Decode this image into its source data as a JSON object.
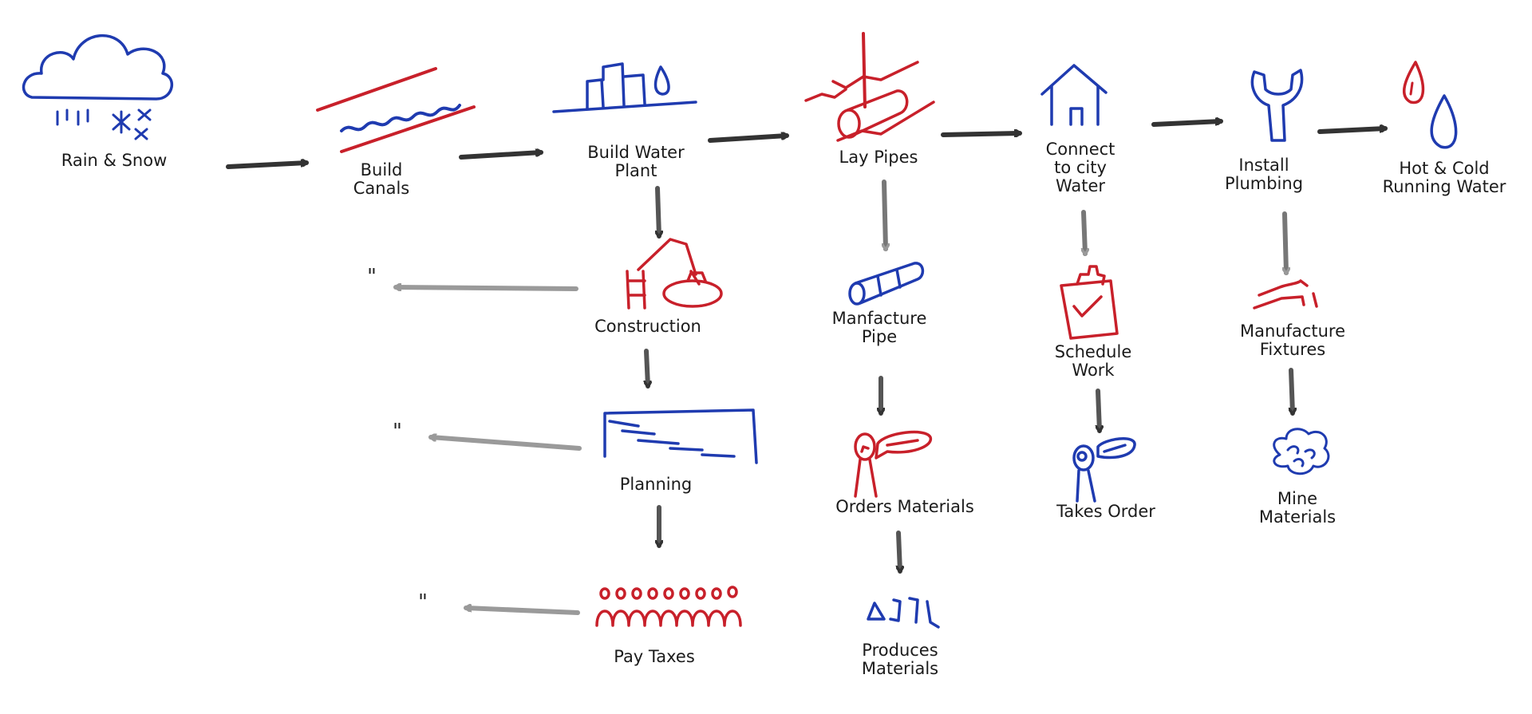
{
  "colors": {
    "red": "#c8202a",
    "blue": "#1f3bb0",
    "ink": "#1b1b1b",
    "arrow_dark": "#333333",
    "arrow_light": "#9a9a9a"
  },
  "nodes": {
    "rain_snow": {
      "lines": [
        "Rain & Snow"
      ],
      "icon": "cloud-rain-snow-icon"
    },
    "canals": {
      "lines": [
        "Build",
        "Canals"
      ],
      "icon": "canal-water-icon"
    },
    "water_plant": {
      "lines": [
        "Build Water",
        "Plant"
      ],
      "icon": "water-plant-icon"
    },
    "lay_pipes": {
      "lines": [
        "Lay Pipes"
      ],
      "icon": "pipe-in-ground-icon"
    },
    "connect": {
      "lines": [
        "Connect",
        "to city",
        "Water"
      ],
      "icon": "house-icon"
    },
    "plumbing": {
      "lines": [
        "Install",
        "Plumbing"
      ],
      "icon": "wrench-icon"
    },
    "hot_cold": {
      "lines": [
        "Hot & Cold",
        "Running Water"
      ],
      "icon": "water-drops-icon"
    },
    "construction": {
      "lines": [
        "Construction"
      ],
      "icon": "excavator-icon"
    },
    "planning": {
      "lines": [
        "Planning"
      ],
      "icon": "blueprint-icon"
    },
    "pay_taxes": {
      "lines": [
        "Pay Taxes"
      ],
      "icon": "crowd-icon"
    },
    "manufacture_pipe": {
      "lines": [
        "Manfacture",
        "Pipe"
      ],
      "icon": "pipe-icon"
    },
    "orders_materials": {
      "lines": [
        "Orders Materials"
      ],
      "icon": "person-speaking-icon"
    },
    "produces_materials": {
      "lines": [
        "Produces",
        "Materials"
      ],
      "icon": "raw-materials-icon"
    },
    "schedule_work": {
      "lines": [
        "Schedule",
        "Work"
      ],
      "icon": "clipboard-check-icon"
    },
    "takes_orders": {
      "lines": [
        "Takes Order"
      ],
      "icon": "person-listening-icon"
    },
    "manufacture_fixtures": {
      "lines": [
        "Manufacture",
        "Fixtures"
      ],
      "icon": "faucet-icon"
    },
    "mine_materials": {
      "lines": [
        "Mine",
        "Materials"
      ],
      "icon": "ore-rocks-icon"
    }
  },
  "ditto_mark": "\""
}
